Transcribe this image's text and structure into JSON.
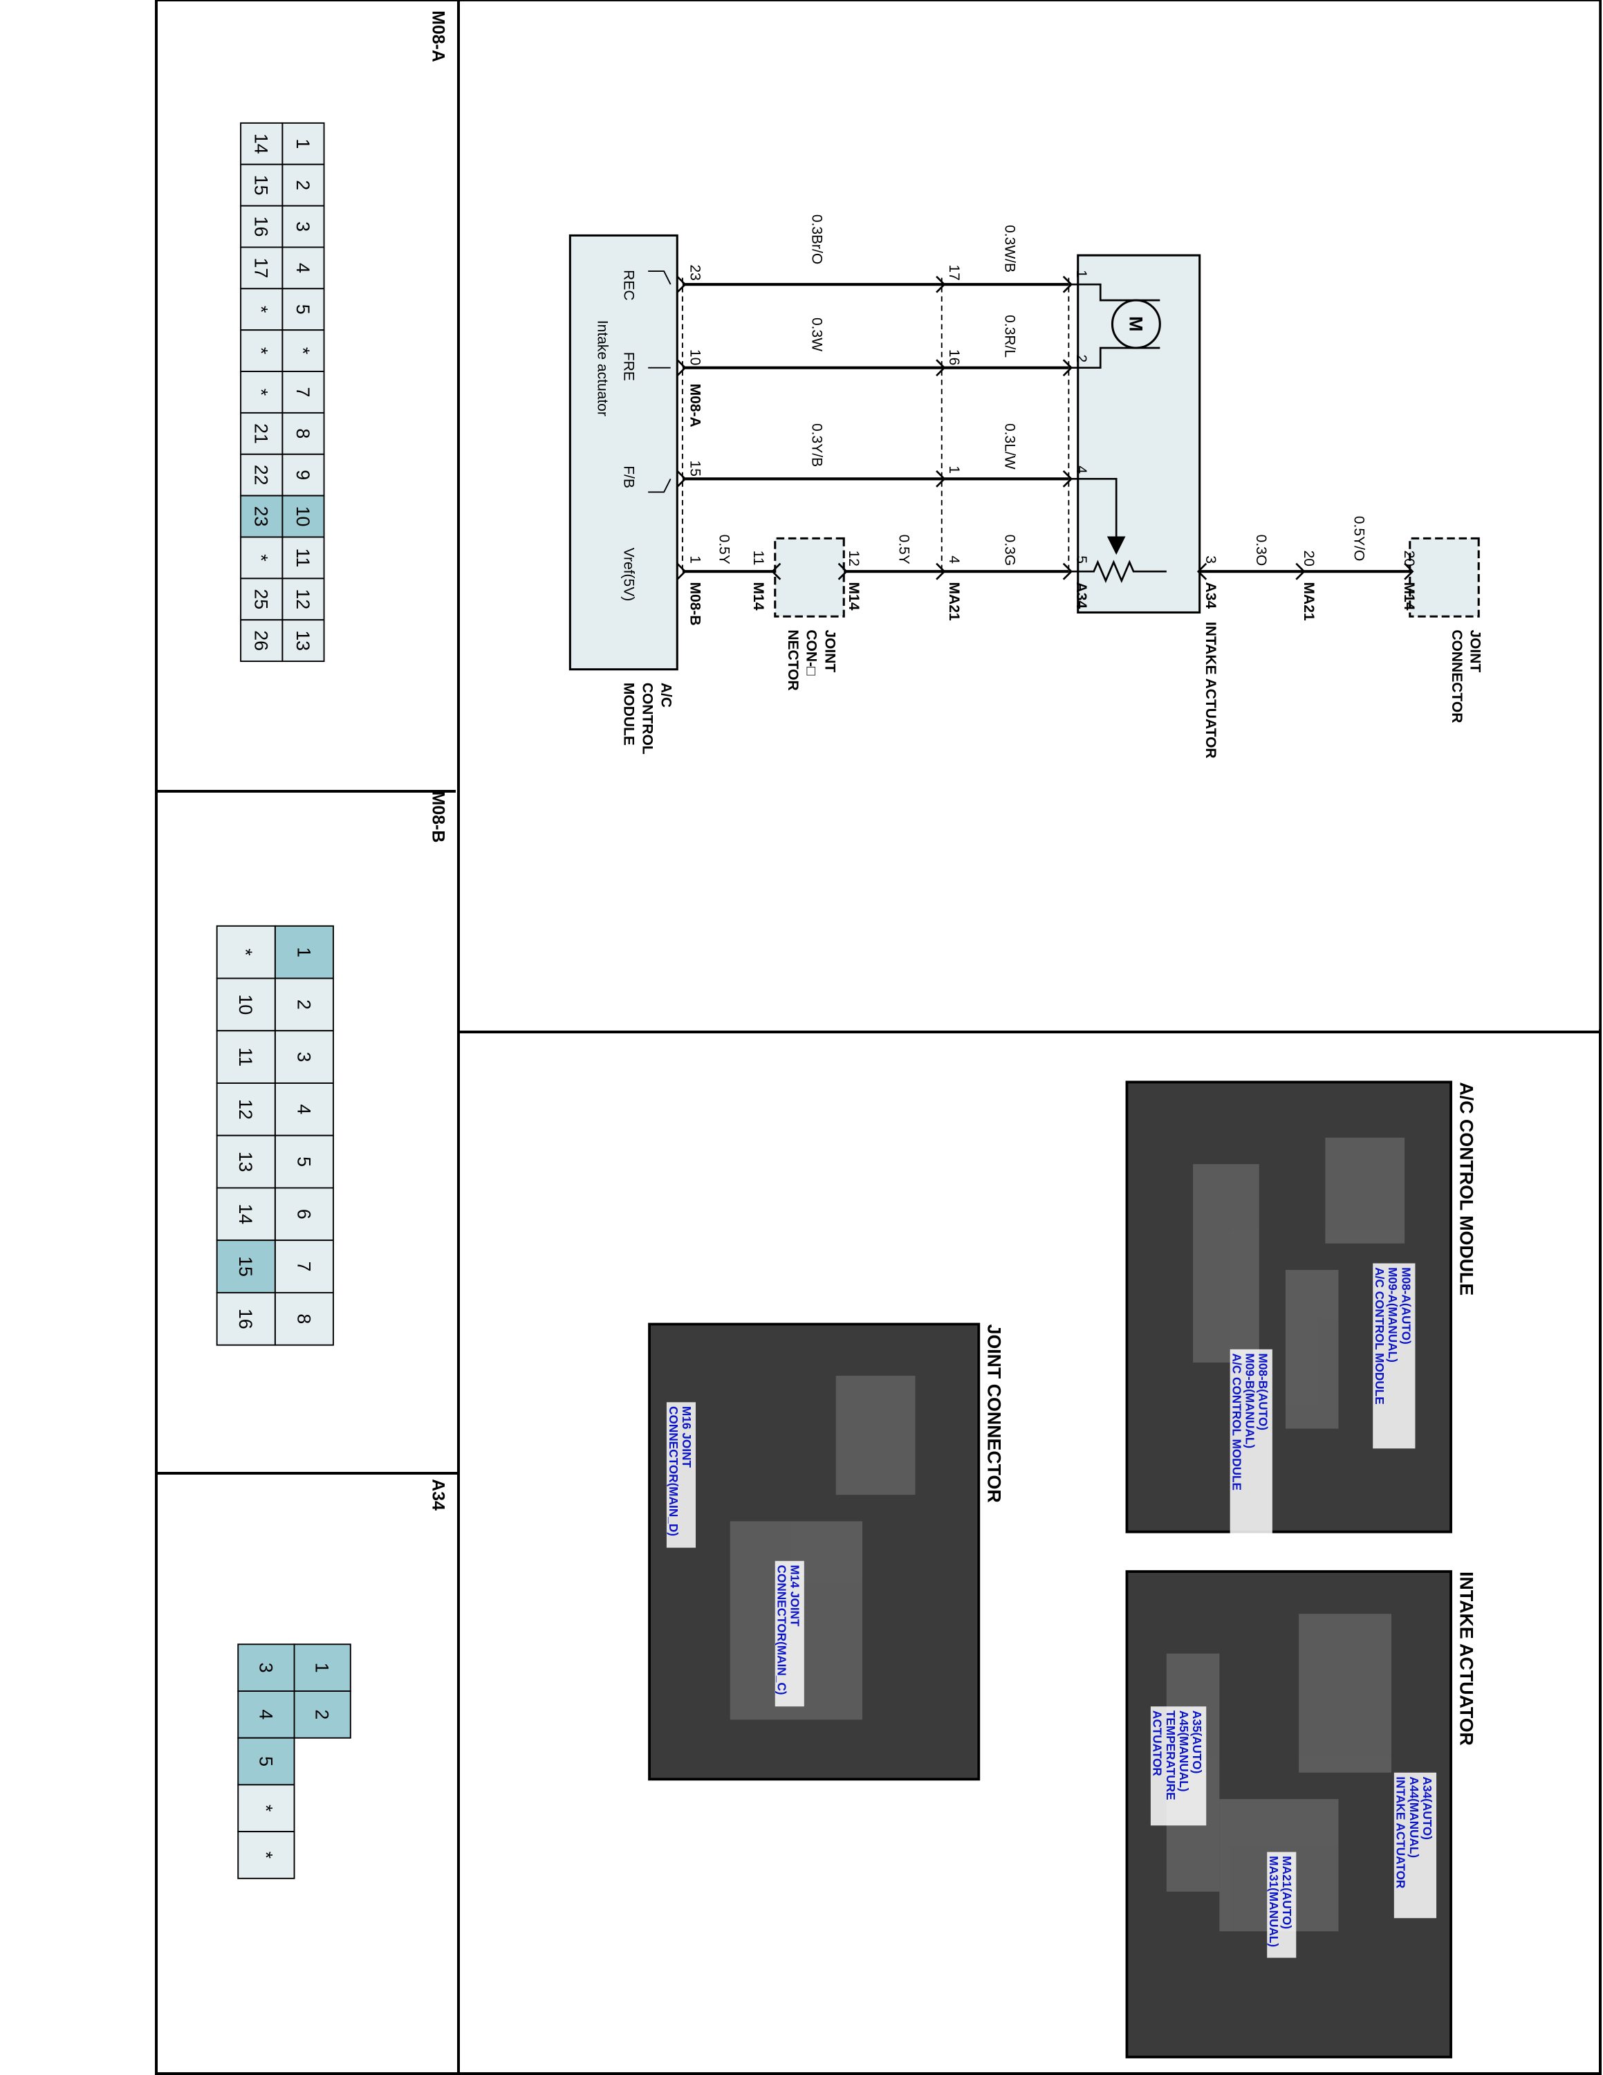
{
  "colors": {
    "line": "#000000",
    "box_fill": "#e4eef1",
    "pin_highlight": "#9ccbd4",
    "photo_bg": "#3b3b3b",
    "callout_blue": "#0a14c8"
  },
  "schematic": {
    "intake_actuator": {
      "title": "INTAKE ACTUATOR",
      "connector_a": "A34",
      "pins": [
        "1",
        "2",
        "4",
        "5",
        "3"
      ],
      "motor_label": "M"
    },
    "ac_module": {
      "title_lines": [
        "A/C",
        "CONTROL",
        "MODULE"
      ],
      "inner_label": "Intake actuator",
      "signals": [
        "REC",
        "FRE",
        "F/B",
        "Vref(5V)"
      ],
      "pins": [
        "23",
        "10",
        "15",
        "1"
      ],
      "connector_a": "M08-A",
      "connector_b": "M08-B"
    },
    "joint_connector_top": {
      "title_lines": [
        "JOINT",
        "CONNECTOR"
      ],
      "pin": "20",
      "connector": "M14"
    },
    "joint_connector_mid": {
      "title_lines": [
        "JOINT",
        "CON-□",
        "NECTOR"
      ],
      "pin_left": "12",
      "pin_right": "11",
      "connector_left": "M14",
      "connector_right": "M14"
    },
    "ma21": {
      "connector": "MA21",
      "pins": [
        "17",
        "16",
        "1",
        "4",
        "20"
      ]
    },
    "wires": [
      {
        "upper": "0.3W/B",
        "lower": "0.3Br/O"
      },
      {
        "upper": "0.3R/L",
        "lower": "0.3W"
      },
      {
        "upper": "0.3L/W",
        "lower": "0.3Y/B"
      },
      {
        "upper": "0.3G",
        "lower": "0.5Y",
        "extra": "0.5Y"
      }
    ],
    "top_wires": {
      "a34_ma21": "0.3O",
      "ma21_m14": "0.5Y/O"
    }
  },
  "pinouts": {
    "m08a": {
      "label": "M08-A",
      "row_top": [
        "1",
        "2",
        "3",
        "4",
        "5",
        "*",
        "7",
        "8",
        "9",
        "10",
        "11",
        "12",
        "13"
      ],
      "row_bottom": [
        "14",
        "15",
        "16",
        "17",
        "*",
        "*",
        "*",
        "21",
        "22",
        "23",
        "*",
        "25",
        "26"
      ]
    },
    "m08b": {
      "label": "M08-B",
      "row_top": [
        "1",
        "2",
        "3",
        "4",
        "5",
        "6",
        "7",
        "8"
      ],
      "row_bottom": [
        "*",
        "10",
        "11",
        "12",
        "13",
        "14",
        "15",
        "16"
      ]
    },
    "a34": {
      "label": "A34",
      "row_top": [
        "1",
        "2"
      ],
      "row_bottom": [
        "3",
        "4",
        "5",
        "*",
        "*"
      ]
    }
  },
  "photos": {
    "ac_module": {
      "title": "A/C CONTROL MODULE",
      "callout1": [
        "M08-A(AUTO)",
        "M09-A(MANUAL)",
        "A/C CONTROL MODULE"
      ],
      "callout2": [
        "M08-B(AUTO)",
        "M09-B(MANUAL)",
        "A/C CONTROL MODULE"
      ]
    },
    "intake": {
      "title": "INTAKE ACTUATOR",
      "callout1": [
        "A34(AUTO)",
        "A44(MANUAL)",
        "INTAKE ACTUATOR"
      ],
      "callout2": [
        "MA21(AUTO)",
        "MA31(MANUAL)"
      ],
      "callout3": [
        "A35(AUTO)",
        "A45(MANUAL)",
        "TEMPERATURE",
        "ACTUATOR"
      ]
    },
    "joint": {
      "title": "JOINT CONNECTOR",
      "callout1": [
        "M14 JOINT",
        "CONNECTOR(MAIN_C)"
      ],
      "callout2": [
        "M16 JOINT",
        "CONNECTOR(MAIN_D)"
      ]
    }
  }
}
